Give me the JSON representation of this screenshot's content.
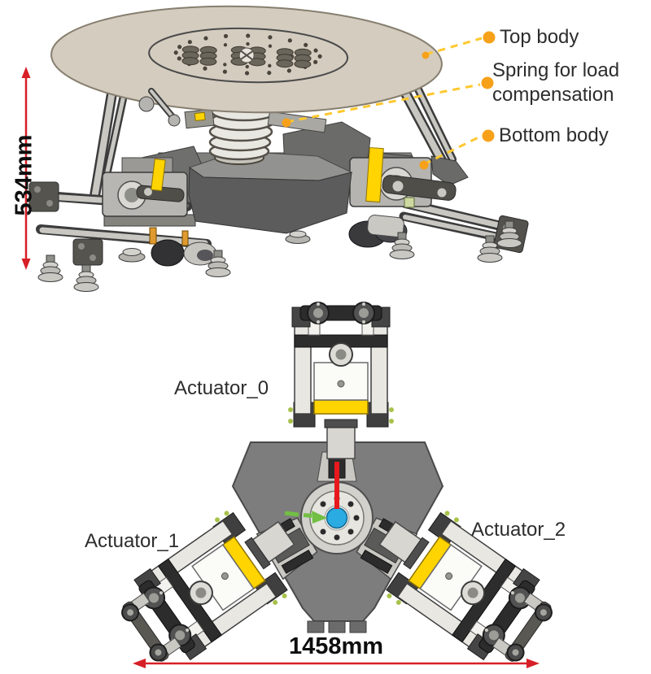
{
  "side_view": {
    "height_dimension": "534mm",
    "callouts": [
      {
        "label": "Top body",
        "lines": [
          "Top body"
        ]
      },
      {
        "label": "Spring for load compensation",
        "lines": [
          "Spring for load",
          "compensation"
        ]
      },
      {
        "label": "Bottom body",
        "lines": [
          "Bottom body"
        ]
      }
    ]
  },
  "top_view": {
    "width_dimension": "1458mm",
    "actuators": [
      {
        "label": "Actuator_0"
      },
      {
        "label": "Actuator_1"
      },
      {
        "label": "Actuator_2"
      }
    ]
  },
  "colors": {
    "callout_marker_orange": "#F7A11A",
    "callout_dash_yellow": "#FFC82E",
    "dimension_red": "#D61F26",
    "accent_yellow": "#FFD400",
    "hub_center_blue": "#2AABE2",
    "axis_red": "#E8191D",
    "axis_green": "#72BF44",
    "top_plate_tan": "#D4CCBF",
    "body_gray": "#7D7D7D"
  }
}
